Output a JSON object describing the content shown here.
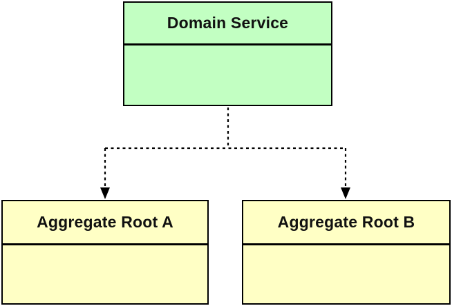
{
  "diagram": {
    "type": "uml-class-diagram",
    "nodes": [
      {
        "id": "domain-service",
        "label": "Domain Service",
        "fill": "#c2ffc2",
        "compartments": 2,
        "body_text": ""
      },
      {
        "id": "aggregate-root-a",
        "label": "Aggregate Root A",
        "fill": "#ffffc5",
        "compartments": 2,
        "body_text": ""
      },
      {
        "id": "aggregate-root-b",
        "label": "Aggregate Root B",
        "fill": "#ffffc5",
        "compartments": 2,
        "body_text": ""
      }
    ],
    "edges": [
      {
        "from": "domain-service",
        "to": "aggregate-root-a",
        "line_style": "dashed",
        "arrow_head": "filled-triangle",
        "direction": "down"
      },
      {
        "from": "domain-service",
        "to": "aggregate-root-b",
        "line_style": "dashed",
        "arrow_head": "filled-triangle",
        "direction": "down"
      }
    ],
    "colors": {
      "border": "#000000",
      "edge": "#000000",
      "background": "#ffffff",
      "service_fill": "#c2ffc2",
      "aggregate_fill": "#ffffc5"
    }
  }
}
